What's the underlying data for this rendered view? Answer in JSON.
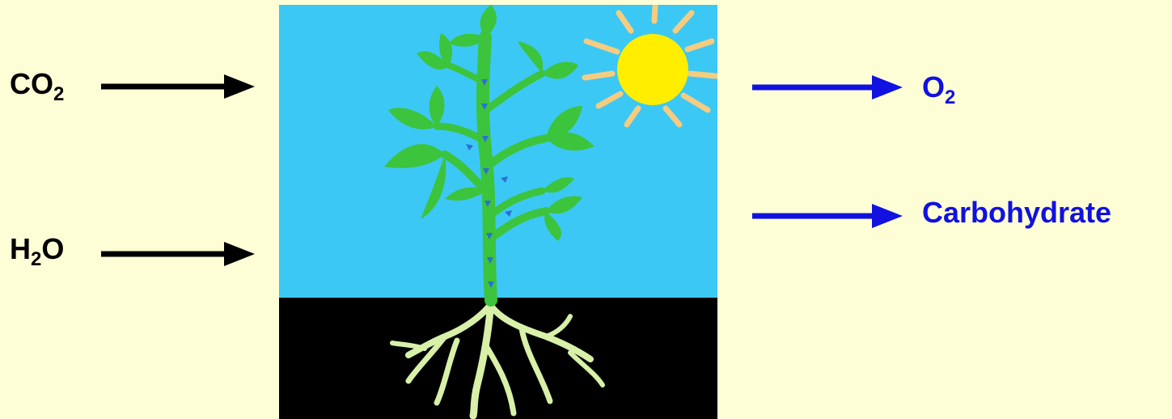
{
  "inputs": {
    "co2": {
      "base": "CO",
      "sub": "2"
    },
    "h2o": {
      "base": "H",
      "sub": "2",
      "tail": "O"
    }
  },
  "outputs": {
    "o2": {
      "base": "O",
      "sub": "2"
    },
    "carbohydrate": "Carbohydrate"
  },
  "colors": {
    "background": "#fefed6",
    "sky": "#3cc8f5",
    "soil": "#000000",
    "leaf": "#3cc43c",
    "root": "#d8f0a8",
    "sun": "#ffee00",
    "sun_rays": "#f5cc80",
    "input_arrow": "#000000",
    "output_arrow": "#1111e0"
  }
}
